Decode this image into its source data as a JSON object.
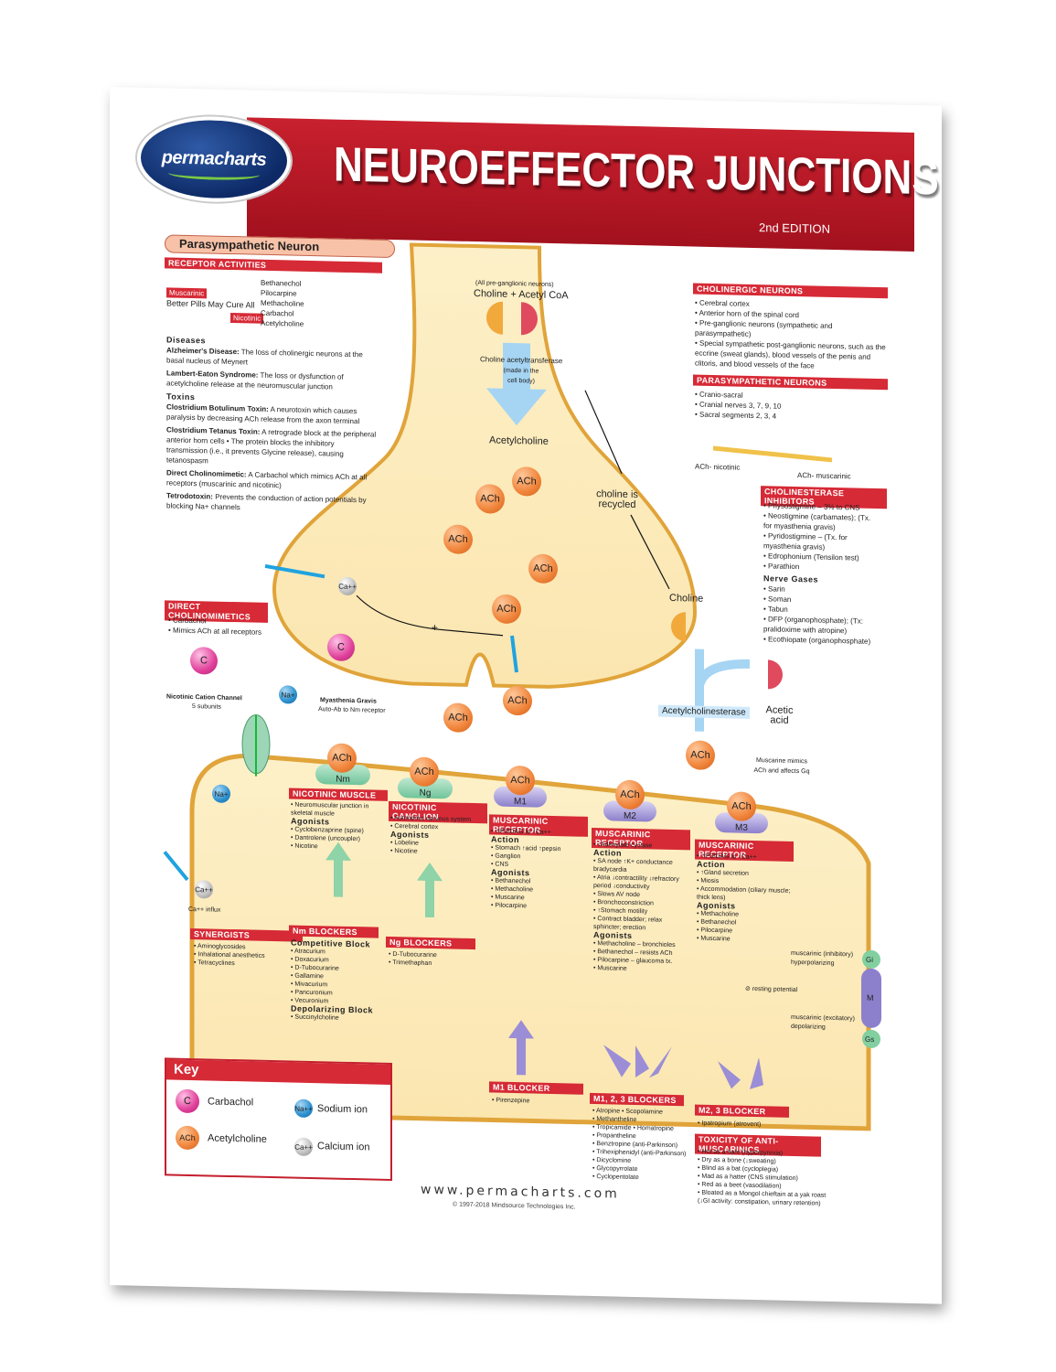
{
  "header": {
    "brand": "permacharts",
    "title": "NEUROEFFECTOR JUNCTIONS",
    "edition": "2nd EDITION"
  },
  "colors": {
    "accent_red": "#d62a36",
    "cell_fill": "#fdefc4",
    "membrane": "#e0a43a",
    "ach": "#f0843a",
    "carbachol": "#e0409a",
    "sodium": "#2a8fce",
    "calcium": "#bdbdbd",
    "nicotinic_receptor": "#6fc49a",
    "muscarinic_receptor": "#8c80cc"
  },
  "left_panel": {
    "pill_title": "Parasympathetic Neuron",
    "receptor_activities": {
      "title": "RECEPTOR ACTIVITIES",
      "muscarinic_label": "Muscarinic",
      "nicotinic_label": "Nicotinic",
      "mnemonic": "Better Pills May Cure All",
      "drugs": [
        "Bethanechol",
        "Pilocarpine",
        "Methacholine",
        "Carbachol",
        "Acetylcholine"
      ]
    },
    "diseases": {
      "title": "Diseases",
      "items": [
        {
          "term": "Alzheimer's Disease:",
          "desc": "The loss of cholinergic neurons at the basal nucleus of Meynert"
        },
        {
          "term": "Lambert-Eaton Syndrome:",
          "desc": "The loss or dysfunction of acetylcholine release at the neuromuscular junction"
        }
      ]
    },
    "toxins": {
      "title": "Toxins",
      "items": [
        {
          "term": "Clostridium Botulinum Toxin:",
          "desc": "A neurotoxin which causes paralysis by decreasing ACh release from the axon terminal"
        },
        {
          "term": "Clostridium Tetanus Toxin:",
          "desc": "A retrograde block at the peripheral anterior horn cells • The protein blocks the inhibitory transmission (i.e., it prevents Glycine release), causing tetanospasm"
        },
        {
          "term": "Direct Cholinomimetic:",
          "desc": "A Carbachol which mimics ACh at all receptors (muscarinic and nicotinic)"
        },
        {
          "term": "Tetrodotoxin:",
          "desc": "Prevents the conduction of action potentials by blocking Na+ channels"
        }
      ]
    },
    "direct_cholinomimetics": {
      "title": "DIRECT CHOLINOMIMETICS",
      "items": [
        "Carbachol",
        "Mimics ACh at all receptors"
      ]
    }
  },
  "presynaptic": {
    "preganglionic_note": "(All pre-ganglionic neurons)",
    "substrates": "Choline + Acetyl CoA",
    "enzyme": "Choline acetyltransferase",
    "enzyme_note": "(made in the cell body)",
    "product": "Acetylcholine",
    "recycle_label": "choline is recycled",
    "choline_label": "Choline",
    "ca_label": "Ca++",
    "plus_symbol": "+"
  },
  "cleft": {
    "esterase": "Acetylcholinesterase",
    "acetic_acid": "Acetic acid",
    "muscarine_note": "Muscarine mimics ACh and affects Gq",
    "myasthenia_title": "Myasthenia Gravis",
    "myasthenia_desc": "Auto-Ab to Nm receptor",
    "channel_title": "Nicotinic Cation Channel",
    "channel_desc": "5 subunits",
    "na_label": "Na+"
  },
  "molecules": {
    "ach": "ACh",
    "carbachol": "C",
    "na": "Na+",
    "ca": "Ca++"
  },
  "receptors": [
    {
      "name": "Nm"
    },
    {
      "name": "Ng"
    },
    {
      "name": "M1"
    },
    {
      "name": "M2"
    },
    {
      "name": "M3"
    }
  ],
  "right_panel": {
    "cholinergic": {
      "title": "CHOLINERGIC NEURONS",
      "items": [
        "Cerebral cortex",
        "Anterior horn of the spinal cord",
        "Pre-ganglionic neurons (sympathetic and parasympathetic)",
        "Special sympathetic post-ganglionic neurons, such as the eccrine (sweat glands), blood vessels of the penis and clitoris, and blood vessels of the face"
      ]
    },
    "parasympathetic": {
      "title": "PARASYMPATHETIC NEURONS",
      "items": [
        "Cranio-sacral",
        "Cranial nerves 3, 7, 9, 10",
        "Sacral segments 2, 3, 4"
      ]
    },
    "ach_nicotinic": "ACh- nicotinic",
    "ach_muscarinic": "ACh- muscarinic",
    "cholinesterase": {
      "title": "CHOLINESTERASE INHIBITORS",
      "items": [
        "Physostigmine – 3% to CNS",
        "Neostigmine (carbamates); (Tx. for myasthenia gravis)",
        "Pyridostigmine – (Tx. for myasthenia gravis)",
        "Edrophonium (Tensilon test)",
        "Parathion"
      ]
    },
    "nerve_gases": {
      "title": "Nerve Gases",
      "items": [
        "Sarin",
        "Soman",
        "Tabun",
        "DFP (organophosphate); (Tx: pralidoxime with atropine)",
        "Ecothiopate (organophosphate)"
      ]
    }
  },
  "postsynaptic": {
    "ca_influx": "Ca++ influx",
    "nicotinic_muscle": {
      "title": "NICOTINIC MUSCLE",
      "items": [
        "Neuromuscular junction in skeletal muscle"
      ],
      "agonists_title": "Agonists",
      "agonists": [
        "Cyclobenzaprine (spine)",
        "Dantrolene (uncoupler)",
        "Nicotine"
      ]
    },
    "nicotinic_ganglion": {
      "title": "NICOTINIC GANGLION",
      "items": [
        "Autonomic nervous system",
        "Cerebral cortex"
      ],
      "agonists_title": "Agonists",
      "agonists": [
        "Lobeline",
        "Nicotine"
      ]
    },
    "m1": {
      "title": "MUSCARINIC RECEPTOR",
      "items": [
        "↑IP3/DAG to ↑Ca++"
      ],
      "action_title": "Action",
      "actions": [
        "Stomach ↑acid ↑pepsin",
        "Ganglion",
        "CNS"
      ],
      "agonists_title": "Agonists",
      "agonists": [
        "Bethanechol",
        "Methacholine",
        "Muscarine",
        "Pilocarpine"
      ]
    },
    "m2": {
      "title": "MUSCARINIC RECEPTOR",
      "items": [
        "↓Adenylate cyclase"
      ],
      "action_title": "Action",
      "actions": [
        "SA node ↑K+ conductance bradycardia",
        "Atria ↓contractility ↓refractory period ↓conductivity",
        "Slows AV node",
        "Bronchoconstriction",
        "↑Stomach motility",
        "Contract bladder; relax sphincter; erection"
      ],
      "agonists_title": "Agonists",
      "agonists": [
        "Methacholine – bronchioles",
        "Bethanechol – resists ACh",
        "Pilocarpine – glaucoma tx.",
        "Muscarine"
      ]
    },
    "m3": {
      "title": "MUSCARINIC RECEPTOR",
      "items": [
        "↑IP3/DAG to ↑Ca++"
      ],
      "action_title": "Action",
      "actions": [
        "↑Gland secretion",
        "Miosis",
        "Accommodation (ciliary muscle; thick lens)"
      ],
      "agonists_title": "Agonists",
      "agonists": [
        "Methacholine",
        "Bethanechol",
        "Pilocarpine",
        "Muscarine"
      ]
    },
    "synergists": {
      "title": "SYNERGISTS",
      "items": [
        "Aminoglycosides",
        "Inhalational anesthetics",
        "Tetracyclines"
      ]
    },
    "nm_blockers": {
      "title": "Nm BLOCKERS",
      "competitive_title": "Competitive Block",
      "competitive": [
        "Atracurium",
        "Doxacurium",
        "D-Tubocurarine",
        "Gallamine",
        "Mivacurium",
        "Pancuronium",
        "Vecuronium"
      ],
      "depolarizing_title": "Depolarizing Block",
      "depolarizing": [
        "Succinylcholine"
      ]
    },
    "ng_blockers": {
      "title": "Ng BLOCKERS",
      "items": [
        "D-Tubocurarine",
        "Trimethaphan"
      ]
    },
    "m1_blocker": {
      "title": "M1 BLOCKER",
      "items": [
        "Pirenzepine"
      ]
    },
    "m123_blockers": {
      "title": "M1, 2, 3 BLOCKERS",
      "items": [
        "Atropine • Scopolamine",
        "Methantheline",
        "Tropicamide • Homatropine",
        "Propantheline",
        "Benztropine (anti-Parkinson)",
        "Trihexiphenidyl (anti-Parkinson)",
        "Dicyclomine",
        "Glycopyrrolate",
        "Cyclopentolate"
      ]
    },
    "m23_blocker": {
      "title": "M2, 3 BLOCKER",
      "items": [
        "Ipatropium (atrovent)"
      ]
    },
    "toxicity": {
      "title": "TOXICITY OF ANTI-MUSCARINICS",
      "items": [
        "Hot as a hare (hyperpyrexia)",
        "Dry as a bone (↓sweating)",
        "Blind as a bat (cycloplegia)",
        "Mad as a hatter (CNS stimulation)",
        "Red as a beet (vasodilation)",
        "Bloated as a Mongol chieftain at a yak roast (↓GI activity: constipation, urinary retention)"
      ]
    },
    "g_proteins": {
      "inhibitory": "muscarinic (inhibitory)",
      "hyperpolarizing": "hyperpolarizing",
      "resting": "⊘ resting potential",
      "excitatory": "muscarinic (excitatory)",
      "depolarizing": "depolarizing",
      "gi": "Gi",
      "m": "M",
      "gs": "Gs"
    }
  },
  "key": {
    "title": "Key",
    "items": [
      {
        "symbol": "C",
        "label": "Carbachol"
      },
      {
        "symbol": "ACh",
        "label": "Acetylcholine"
      },
      {
        "symbol": "Na++",
        "label": "Sodium ion"
      },
      {
        "symbol": "Ca++",
        "label": "Calcium ion"
      }
    ]
  },
  "footer": {
    "url": "www.permacharts.com",
    "copyright": "© 1997-2018 Mindsource Technologies Inc."
  }
}
